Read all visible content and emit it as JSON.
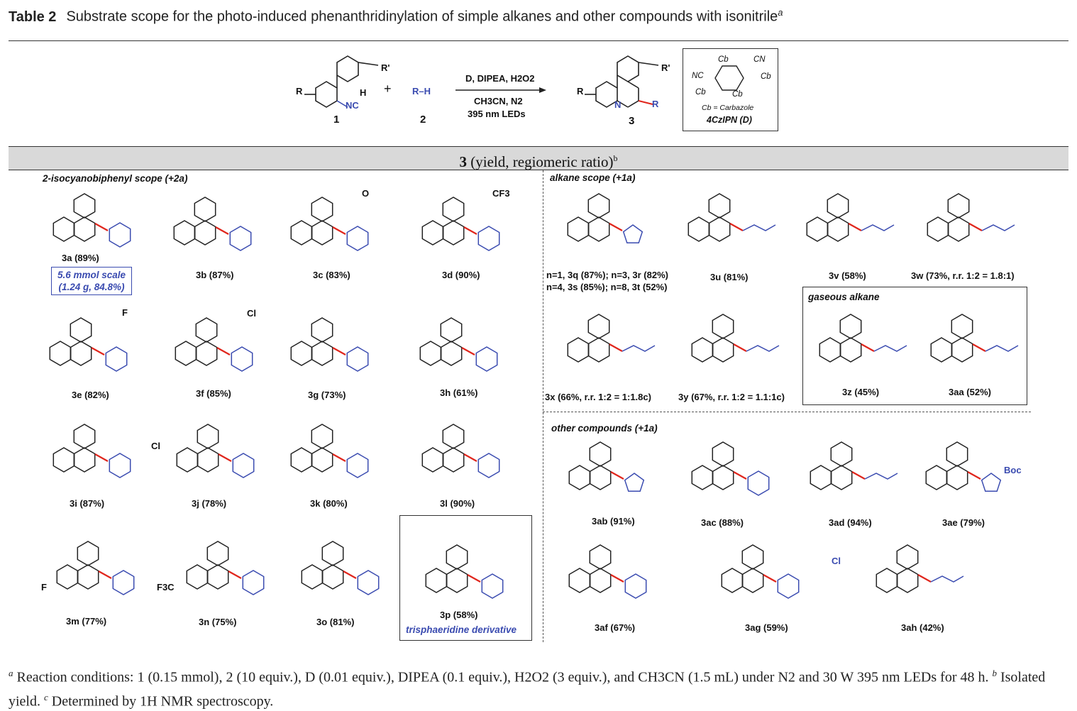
{
  "table": {
    "label": "Table 2",
    "title": "Substrate scope for the photo-induced phenanthridinylation of simple alkanes and other compounds with isonitrile",
    "title_footnote": "a"
  },
  "scheme": {
    "compound1_label": "1",
    "plus": "+",
    "reagent2": "R–H",
    "compound2_label": "2",
    "conditions_line1": "D, DIPEA, H2O2",
    "conditions_line2": "CH3CN, N2",
    "conditions_line3": "395 nm LEDs",
    "product_label": "3",
    "substituent_R": "R",
    "substituent_Rp": "R'",
    "atom_N": "N",
    "atom_NC": "NC",
    "atom_H": "H",
    "catalyst": {
      "cb_top": "Cb",
      "cn": "CN",
      "nc": "NC",
      "cb_right": "Cb",
      "cb_left": "Cb",
      "cb_bottom": "Cb",
      "legend": "Cb = Carbazole",
      "name": "4CzIPN (D)"
    }
  },
  "header": {
    "compound": "3",
    "text": "(yield, regiomeric ratio)",
    "footnote": "b"
  },
  "sections": {
    "left": "2-isocyanobiphenyl scope (+2a)",
    "alkane": "alkane scope (+1a)",
    "gaseous": "gaseous alkane",
    "other": "other compounds (+1a)"
  },
  "compounds": {
    "c3a": "3a (89%)",
    "scale_line1": "5.6 mmol scale",
    "scale_line2": "(1.24 g, 84.8%)",
    "c3b": "3b (87%)",
    "c3c": "3c (83%)",
    "c3d": "3d (90%)",
    "c3e": "3e (82%)",
    "c3f": "3f (85%)",
    "c3g": "3g (73%)",
    "c3h": "3h (61%)",
    "c3i": "3i (87%)",
    "c3j": "3j (78%)",
    "c3k": "3k (80%)",
    "c3l": "3l (90%)",
    "c3m": "3m (77%)",
    "c3n": "3n (75%)",
    "c3o": "3o (81%)",
    "c3p": "3p (58%)",
    "c3p_note": "trisphaeridine derivative",
    "c3qrst_line1": "n=1, 3q (87%); n=3, 3r (82%)",
    "c3qrst_line2": "n=4, 3s (85%); n=8, 3t (52%)",
    "c3u": "3u (81%)",
    "c3v": "3v (58%)",
    "c3w": "3w (73%, r.r. 1:2 = 1.8:1)",
    "c3x": "3x (66%, r.r. 1:2 = 1:1.8c)",
    "c3y": "3y (67%, r.r. 1:2 = 1.1:1c)",
    "c3z": "3z (45%)",
    "c3aa": "3aa (52%)",
    "c3ab": "3ab (91%)",
    "c3ac": "3ac (88%)",
    "c3ad": "3ad (94%)",
    "c3ae": "3ae (79%)",
    "c3af": "3af (67%)",
    "c3ag": "3ag (59%)",
    "c3ah": "3ah (42%)"
  },
  "atoms": {
    "F": "F",
    "Cl": "Cl",
    "CF3": "CF3",
    "O": "O",
    "F3C": "F3C",
    "Boc": "Boc",
    "N": "N",
    "n": "n",
    "one": "1",
    "two": "2"
  },
  "footnote": {
    "a_marker": "a",
    "a_text": "Reaction conditions: 1 (0.15 mmol), 2 (10 equiv.), D (0.01 equiv.), DIPEA (0.1 equiv.), H2O2 (3 equiv.), and CH3CN (1.5 mL) under N2 and 30 W 395 nm LEDs for 48 h.",
    "b_marker": "b",
    "b_text": "Isolated yield.",
    "c_marker": "c",
    "c_text": "Determined by 1H NMR spectroscopy."
  },
  "colors": {
    "bond": "#222222",
    "new_bond": "#e0261c",
    "fragment": "#3a4bb0",
    "band": "#d9d9d9"
  }
}
